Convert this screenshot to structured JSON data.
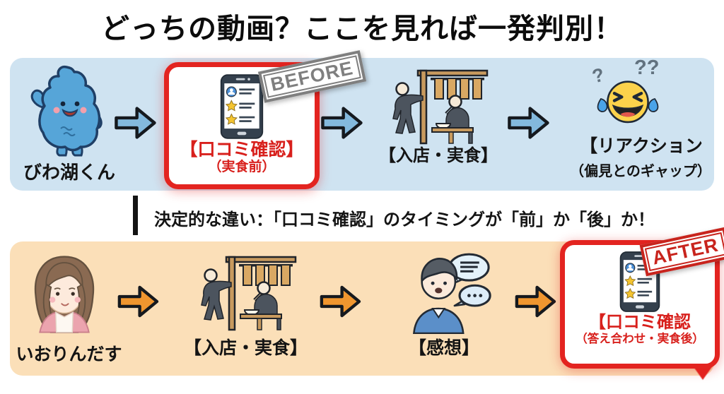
{
  "title": "どっちの動画？ここを見れば一発判別！",
  "divider_text": "決定的な違い：「口コミ確認」のタイミングが「前」か「後」か！",
  "top_flow": {
    "character": "びわ湖くん",
    "steps": [
      {
        "title": "【口コミ確認】",
        "subtitle": "（実食前）",
        "stamp": "BEFORE",
        "icon": "review-phone-icon"
      },
      {
        "title": "【入店・実食】",
        "icon": "restaurant-entry-icon"
      },
      {
        "title": "【リアクション",
        "subtitle": "（偏見とのギャップ）",
        "icon": "laughing-tears-emoji-icon",
        "marks_left": "?",
        "marks_right": "??"
      }
    ]
  },
  "bottom_flow": {
    "character": "いおりんだす",
    "steps": [
      {
        "title": "【入店・実食】",
        "icon": "restaurant-entry-icon"
      },
      {
        "title": "【感想】",
        "icon": "talking-person-icon"
      },
      {
        "title": "【口コミ確認",
        "subtitle": "（答え合わせ・実食後）",
        "stamp": "AFTER",
        "icon": "review-phone-icon"
      }
    ]
  },
  "colors": {
    "band_blue": "#cfe3f1",
    "band_orange": "#fbdfb8",
    "arrow_blue": "#83b9dd",
    "arrow_orange": "#f0962f",
    "accent_red": "#e32420",
    "text_red": "#d8201c",
    "text_dark": "#141414",
    "stamp_gray": "#7f7f7f",
    "stamp_red": "#c8241d"
  }
}
